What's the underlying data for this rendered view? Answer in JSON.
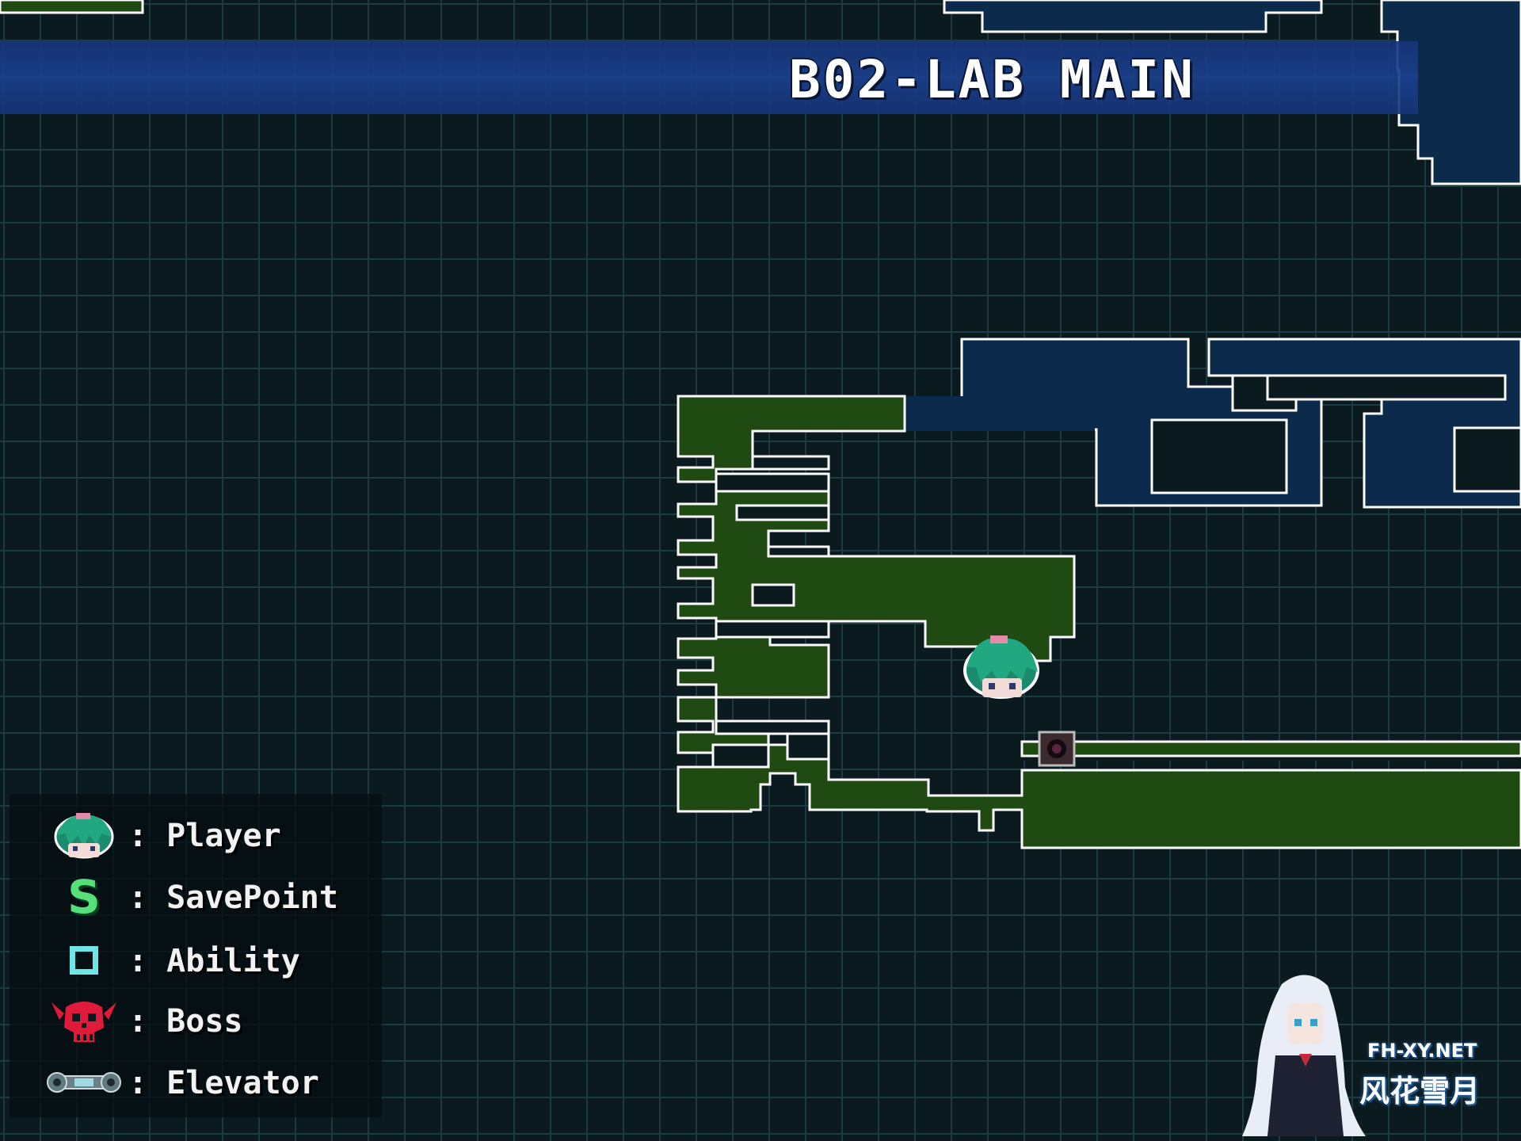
{
  "area": {
    "title": "B02-LAB MAIN"
  },
  "legend": {
    "items": [
      {
        "icon": "player-head-icon",
        "label": ": Player"
      },
      {
        "icon": "save-point-icon",
        "glyph": "S",
        "label": ": SavePoint"
      },
      {
        "icon": "ability-icon",
        "label": ": Ability"
      },
      {
        "icon": "boss-skull-icon",
        "label": ": Boss"
      },
      {
        "icon": "elevator-icon",
        "label": ": Elevator"
      }
    ]
  },
  "watermark": {
    "url": "FH-XY.NET",
    "name": "风花雪月"
  },
  "colors": {
    "background": "#0b1a1f",
    "grid": "#1c3a42",
    "explored_room": "#1f4a12",
    "unexplored_room": "#0c2b4c",
    "room_outline": "#ffffff",
    "banner": "#1a3f8c",
    "save_point": "#57e07a",
    "ability": "#6ee6e6",
    "boss": "#e01a3a"
  }
}
